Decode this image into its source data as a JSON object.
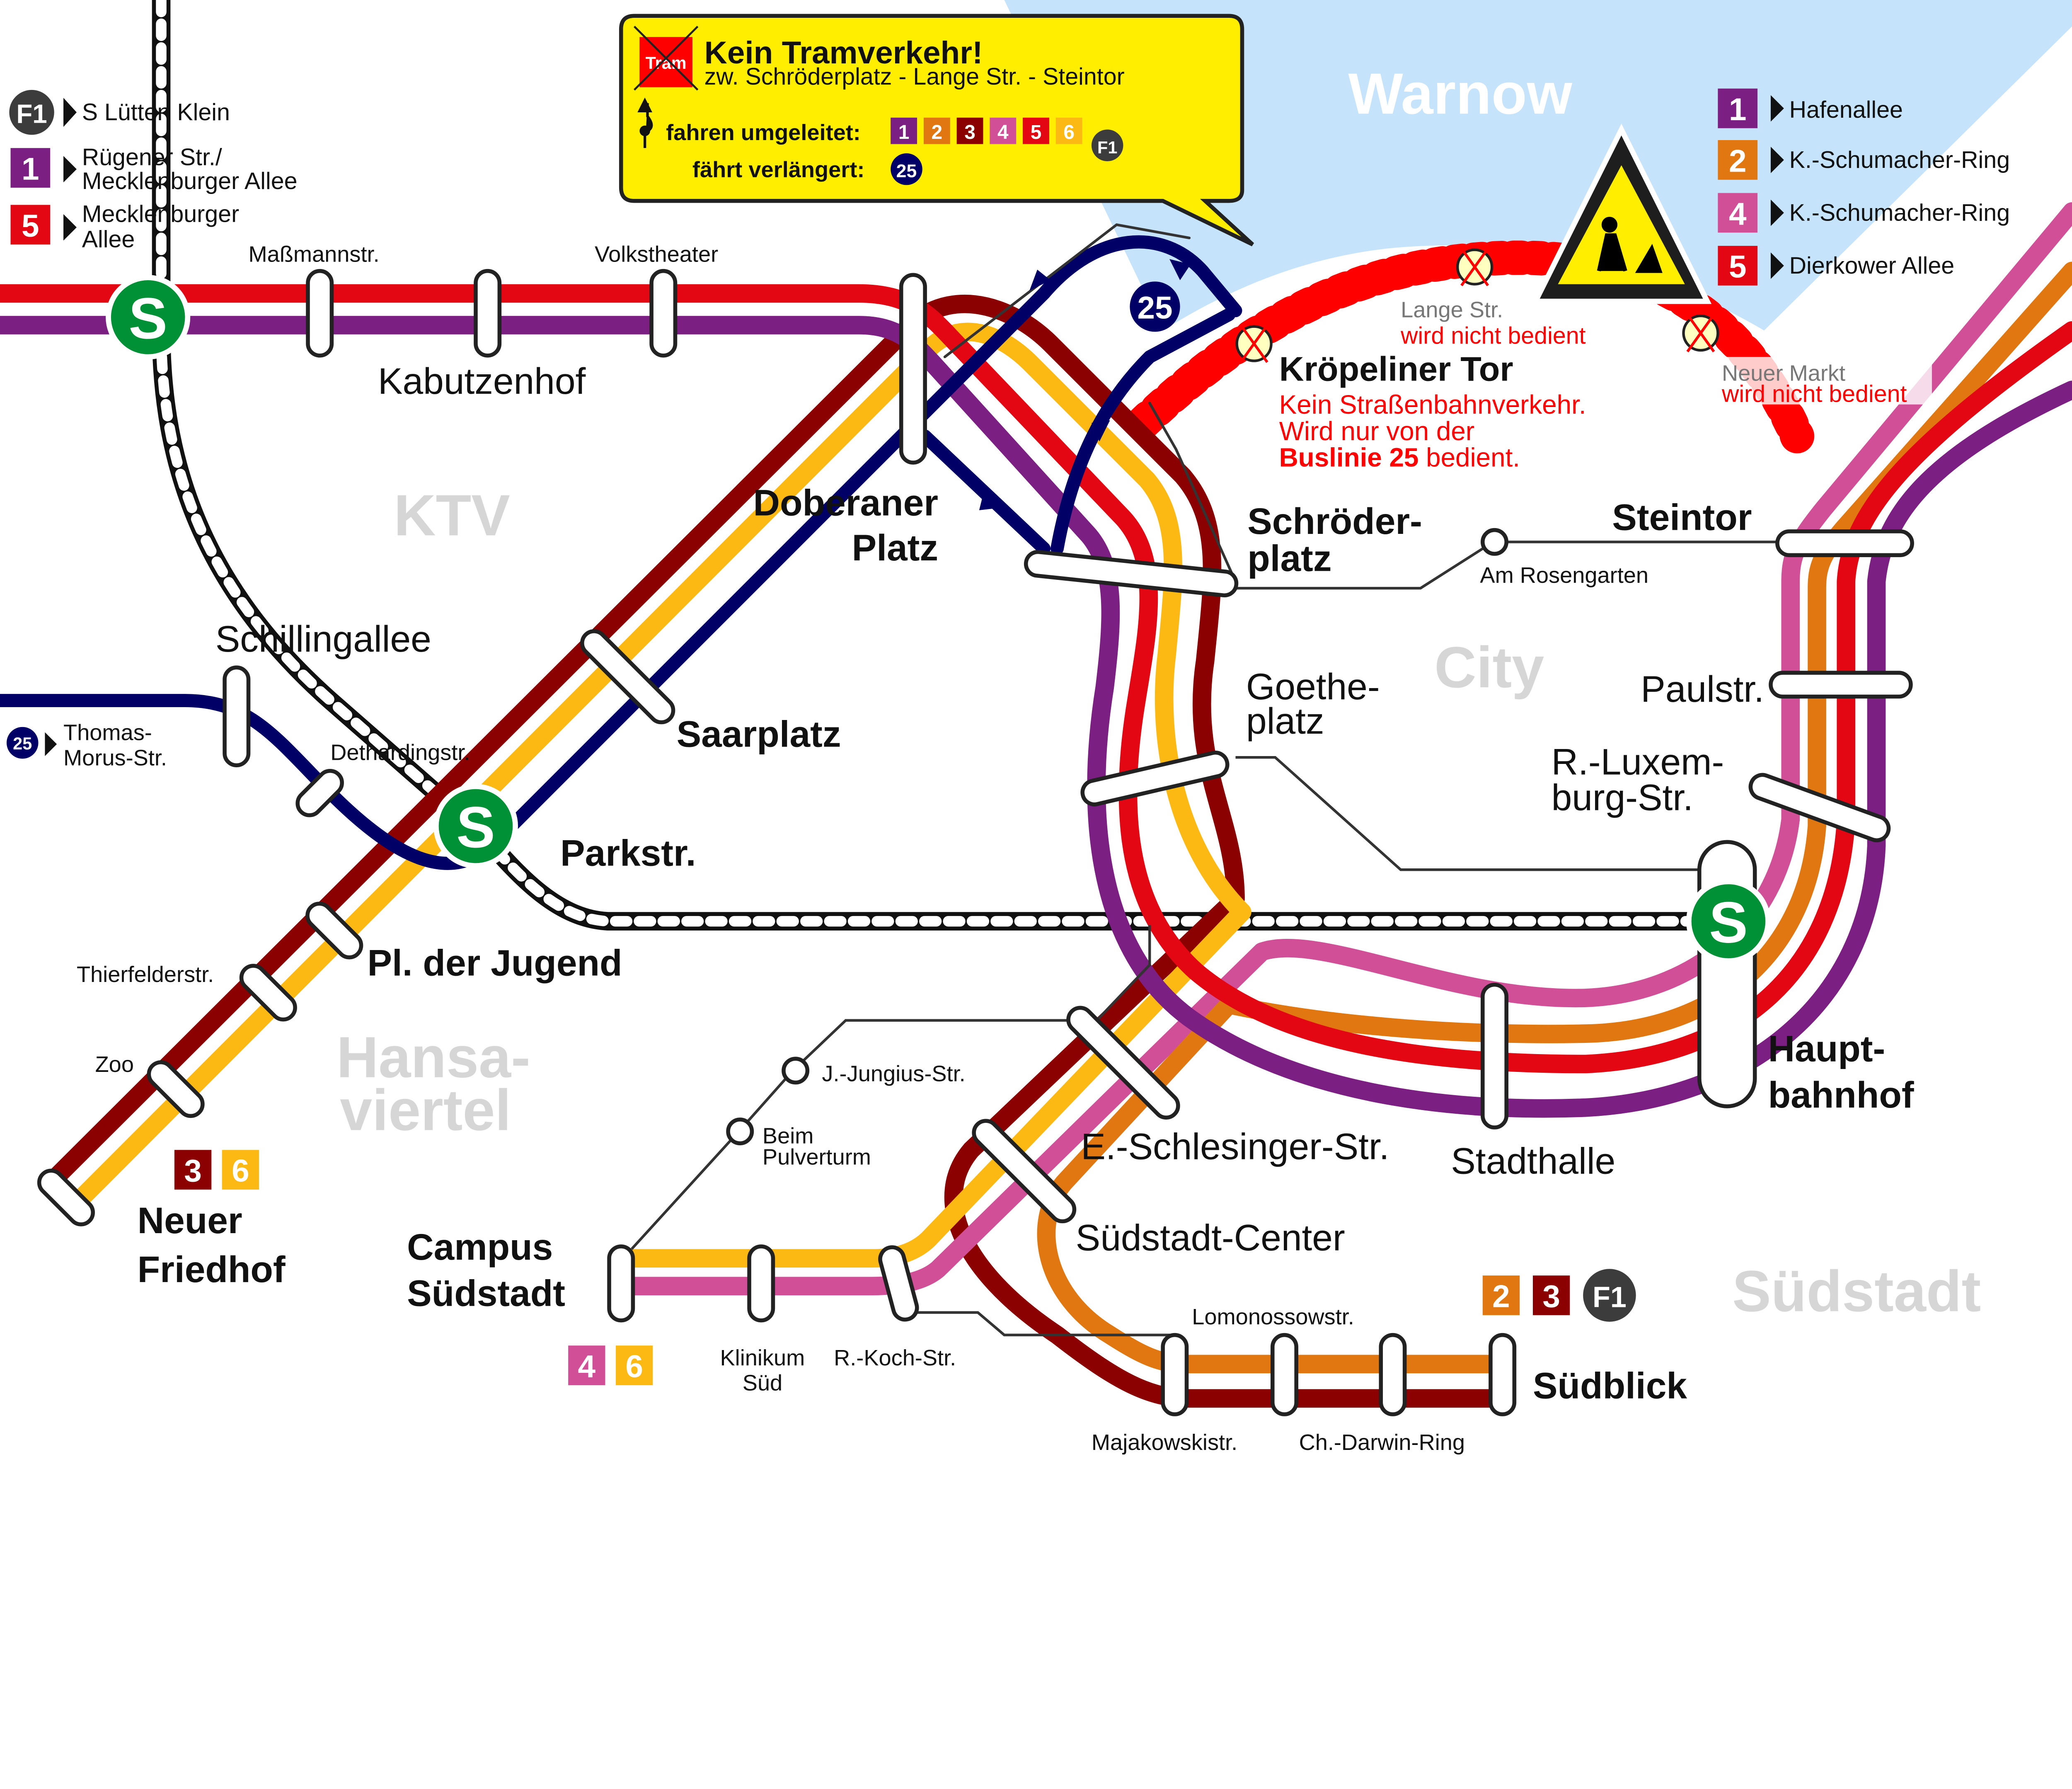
{
  "colors": {
    "line1": "#7b1f82",
    "line2": "#e07710",
    "line3": "#8b0000",
    "line4": "#d04f97",
    "line5": "#e30613",
    "line6": "#fdb913",
    "bus25": "#000066",
    "f1": "#3c3c3c",
    "sbahn": "#009036",
    "water": "#c5e3fb",
    "notice": "#ffee00"
  },
  "water": {
    "label": "Warnow"
  },
  "districts": [
    "KTV",
    "City",
    "Hansa-",
    "viertel",
    "Südstadt"
  ],
  "notice": {
    "tram_icon": "Tram",
    "title": "Kein Tramverkehr!",
    "subtitle": "zw. Schröderplatz - Lange Str. - Steintor",
    "detour_label": "fahren umgeleitet:",
    "detour_lines": [
      "1",
      "2",
      "3",
      "4",
      "5",
      "6",
      "F1"
    ],
    "extended_label": "fährt verlängert:",
    "extended_line": "25"
  },
  "legend_left": [
    {
      "line": "F1",
      "dest": "S Lütten Klein"
    },
    {
      "line": "1",
      "dest1": "Rügener Str./",
      "dest2": "Mecklenburger Allee"
    },
    {
      "line": "5",
      "dest1": "Mecklenburger",
      "dest2": "Allee"
    }
  ],
  "legend_right": [
    {
      "line": "1",
      "dest": "Hafenallee"
    },
    {
      "line": "2",
      "dest": "K.-Schumacher-Ring"
    },
    {
      "line": "4",
      "dest": "K.-Schumacher-Ring"
    },
    {
      "line": "5",
      "dest": "Dierkower Allee"
    }
  ],
  "bus_terminus": {
    "line": "25",
    "dest1": "Thomas-",
    "dest2": "Morus-Str."
  },
  "closure": {
    "lange_str": "Lange Str.",
    "lange_note": "wird nicht bedient",
    "neuer_markt": "Neuer Markt",
    "neuer_note": "wird nicht bedient",
    "kt_name": "Kröpeliner Tor",
    "kt_note1": "Kein Straßenbahnverkehr.",
    "kt_note2": "Wird nur von der",
    "kt_note3a": "Buslinie 25",
    "kt_note3b": " bedient.",
    "bus_badge": "25"
  },
  "stations": {
    "massmann": "Maßmannstr.",
    "volkstheater": "Volkstheater",
    "kabutzenhof": "Kabutzenhof",
    "doberaner1": "Doberaner",
    "doberaner2": "Platz",
    "schillingallee": "Schillingallee",
    "saarplatz": "Saarplatz",
    "dethardingstr": "Dethardingstr.",
    "parkstr": "Parkstr.",
    "pl_jugend": "Pl. der Jugend",
    "thierfelder": "Thierfelderstr.",
    "zoo": "Zoo",
    "neuer_friedhof1": "Neuer",
    "neuer_friedhof2": "Friedhof",
    "nf_lines": [
      "3",
      "6"
    ],
    "schroeder1": "Schröder-",
    "schroeder2": "platz",
    "am_rosengarten": "Am Rosengarten",
    "steintor": "Steintor",
    "goethe1": "Goethe-",
    "goethe2": "platz",
    "paulstr": "Paulstr.",
    "rlux1": "R.-Luxem-",
    "rlux2": "burg-Str.",
    "hbf1": "Haupt-",
    "hbf2": "bahnhof",
    "stadthalle": "Stadthalle",
    "eschlesinger": "E.-Schlesinger-Str.",
    "suedstadt_center": "Südstadt-Center",
    "jungius": "J.-Jungius-Str.",
    "pulverturm1": "Beim",
    "pulverturm2": "Pulverturm",
    "campus1": "Campus",
    "campus2": "Südstadt",
    "campus_lines": [
      "4",
      "6"
    ],
    "klinikum1": "Klinikum",
    "klinikum2": "Süd",
    "rkoch": "R.-Koch-Str.",
    "lomonossow": "Lomonossowstr.",
    "majakowski": "Majakowskistr.",
    "darwin": "Ch.-Darwin-Ring",
    "suedblick": "Südblick",
    "sb_lines": [
      "2",
      "3",
      "F1"
    ]
  },
  "sbahn_symbol": "S"
}
